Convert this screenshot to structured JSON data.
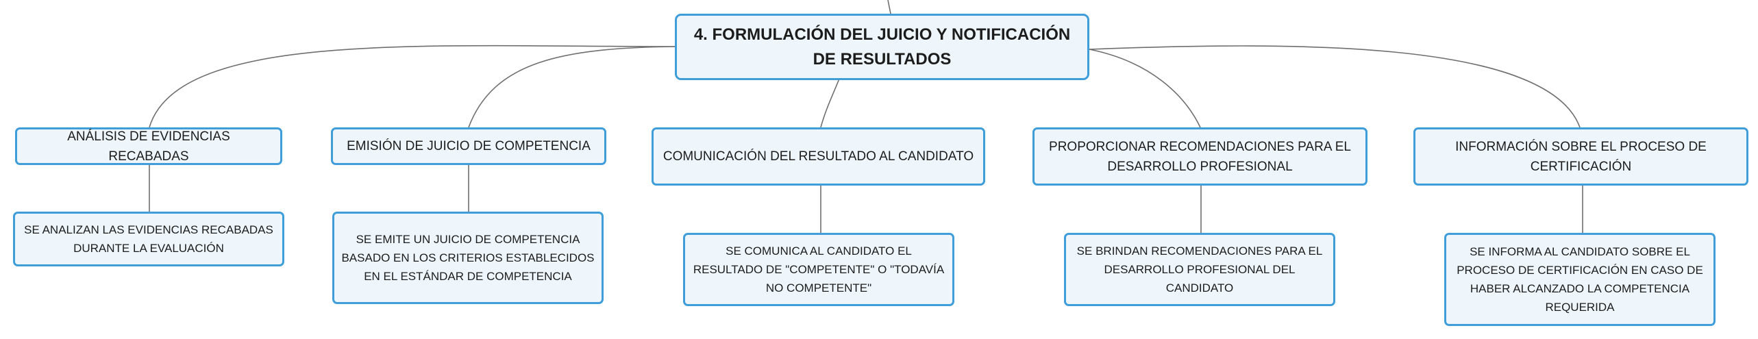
{
  "root": {
    "title": "4. FORMULACIÓN DEL JUICIO Y NOTIFICACIÓN DE RESULTADOS"
  },
  "branches": [
    {
      "title": "ANÁLISIS DE EVIDENCIAS RECABADAS",
      "detail": "SE ANALIZAN LAS EVIDENCIAS RECABADAS DURANTE LA EVALUACIÓN"
    },
    {
      "title": "EMISIÓN DE JUICIO DE COMPETENCIA",
      "detail": "SE EMITE UN JUICIO DE COMPETENCIA BASADO EN LOS CRITERIOS ESTABLECIDOS EN EL ESTÁNDAR DE COMPETENCIA"
    },
    {
      "title": "COMUNICACIÓN DEL RESULTADO AL CANDIDATO",
      "detail": "SE COMUNICA AL CANDIDATO EL RESULTADO DE \"COMPETENTE\" O \"TODAVÍA NO COMPETENTE\""
    },
    {
      "title": "PROPORCIONAR RECOMENDACIONES PARA EL DESARROLLO PROFESIONAL",
      "detail": "SE BRINDAN RECOMENDACIONES PARA EL DESARROLLO PROFESIONAL DEL CANDIDATO"
    },
    {
      "title": "INFORMACIÓN SOBRE EL PROCESO DE CERTIFICACIÓN",
      "detail": "SE INFORMA AL CANDIDATO SOBRE EL PROCESO DE CERTIFICACIÓN EN CASO DE HABER ALCANZADO LA COMPETENCIA REQUERIDA"
    }
  ],
  "colors": {
    "node_fill": "#eef6fc",
    "node_border": "#3f9dd9",
    "connector": "#6f6f6f",
    "text": "#1c1c1c"
  }
}
